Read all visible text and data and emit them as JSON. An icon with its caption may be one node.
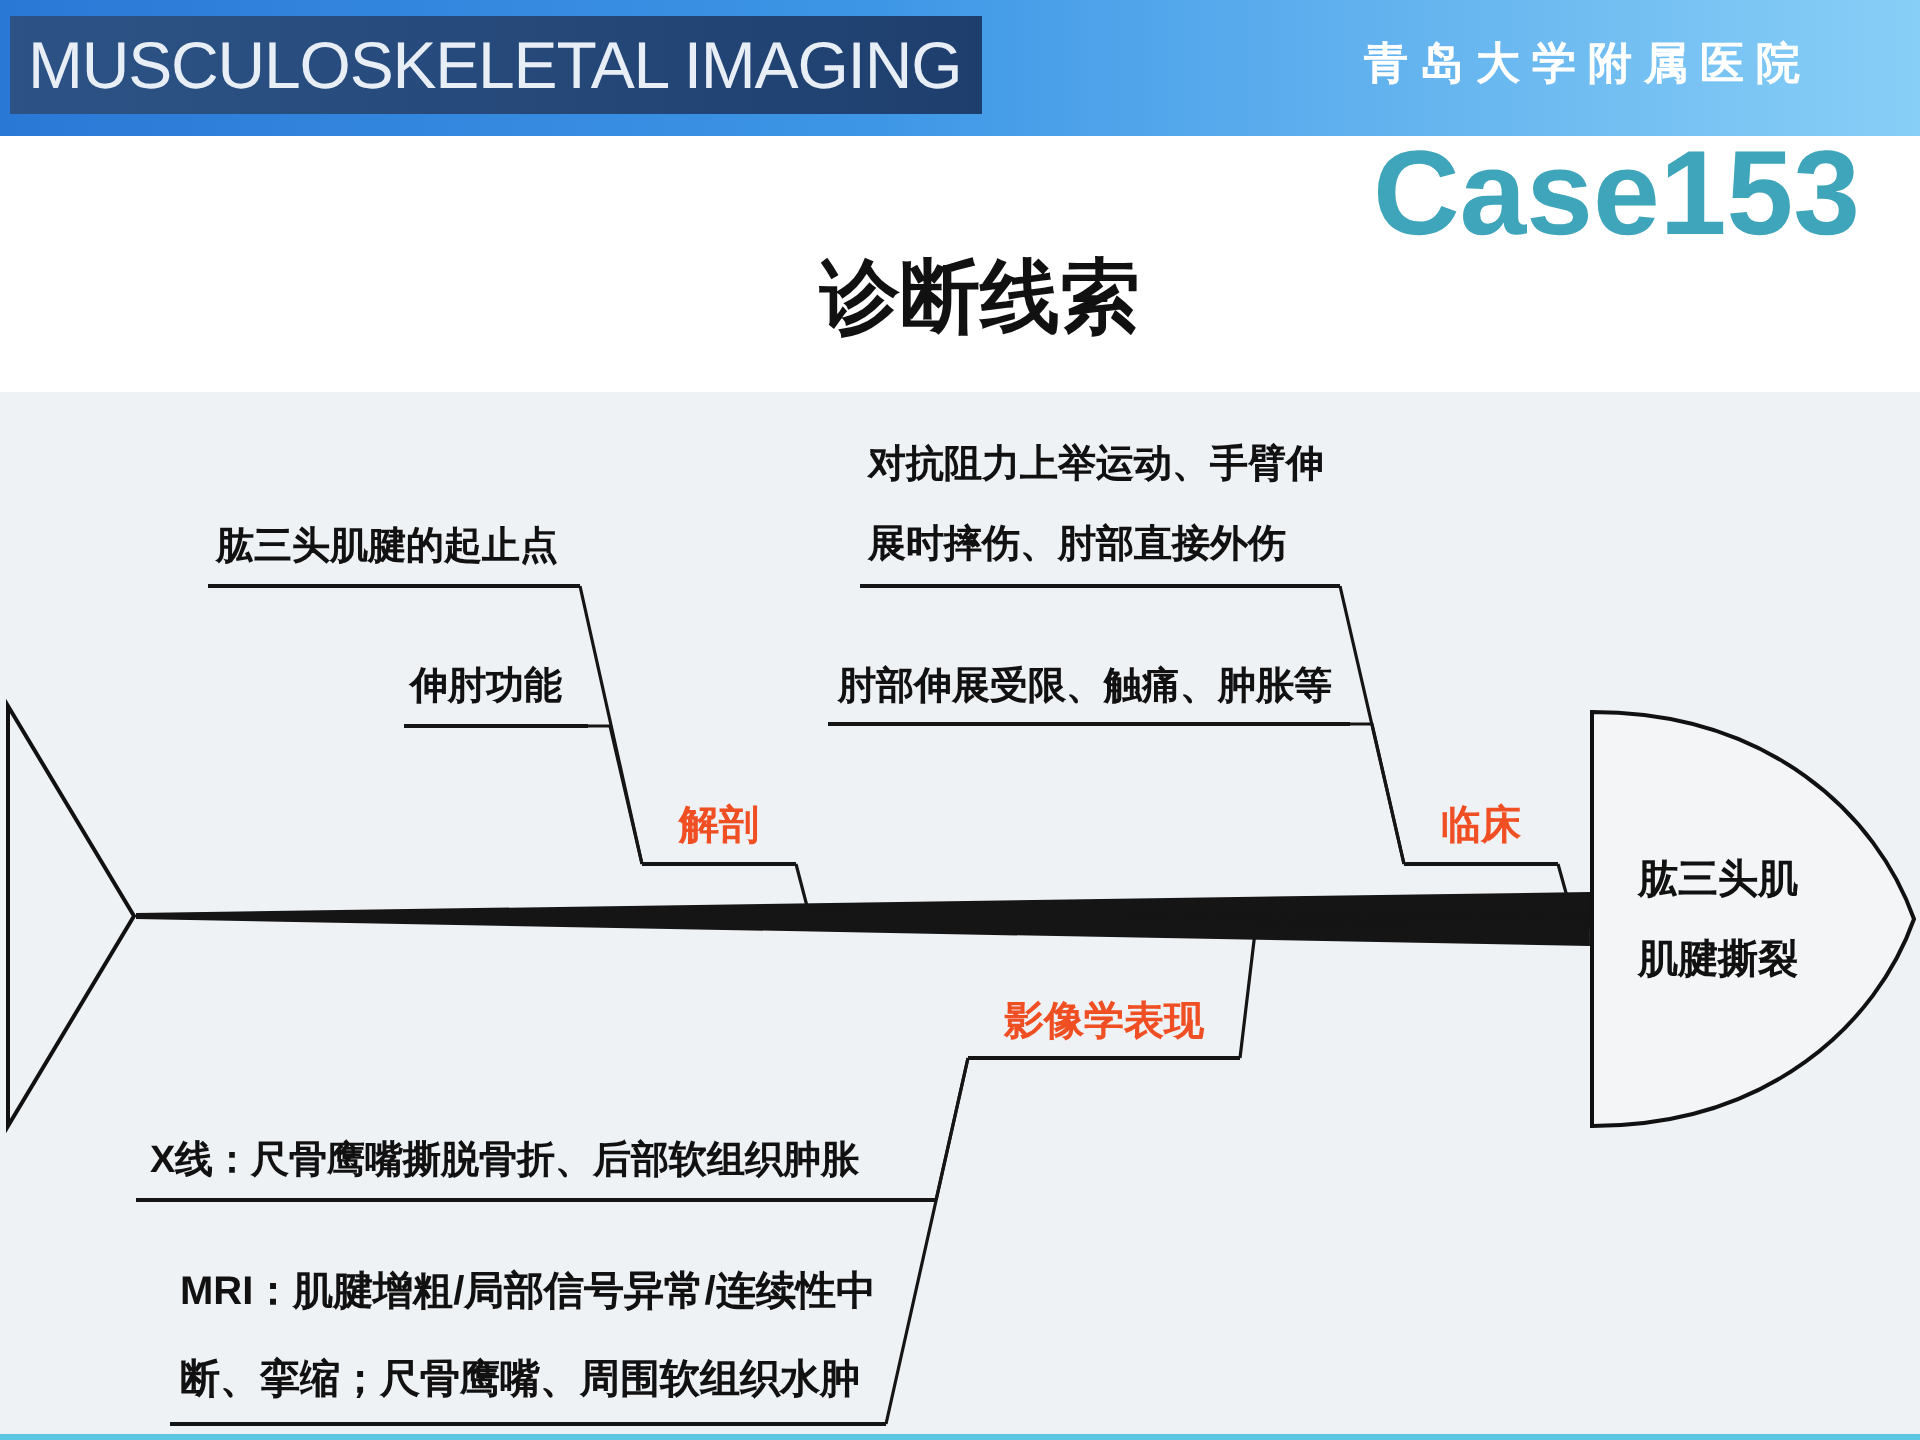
{
  "diagram": {
    "title": "诊断线索",
    "nodes": [
      {
        "text": [],
        "shape": "triangle"
      },
      {
        "text": [
          "肱三头肌腱的起止点"
        ]
      },
      {
        "text": [
          "伸肘功能"
        ]
      },
      {
        "text": [
          "解剖"
        ]
      },
      {
        "text": [
          "对抗阻力上举运动、手臂伸展时摔伤、肘部直接外伤"
        ]
      },
      {
        "text": [
          "肘部伸展受限、触痛、肿胀等"
        ]
      },
      {
        "text": [
          "临床"
        ]
      },
      {
        "text": [
          "影像学表现"
        ]
      },
      {
        "text": [
          "X线：尺骨鹰嘴撕脱骨折、后部软组织肿胀"
        ]
      },
      {
        "text": [
          "MRI：肌腱增粗/局部信号异常/连续性中断、挛缩；尺骨鹰嘴、周围软组织水肿"
        ]
      },
      {
        "text": [
          "肱三头肌肌腱撕裂"
        ]
      }
    ],
    "edges": [
      {
        "from": 0,
        "to": 10,
        "arrow": "none",
        "style": "thick"
      },
      {
        "from": 1,
        "to": 3,
        "arrow": "none"
      },
      {
        "from": 2,
        "to": 3,
        "arrow": "none"
      },
      {
        "from": 3,
        "to": 10,
        "arrow": "none"
      },
      {
        "from": 4,
        "to": 6,
        "arrow": "none"
      },
      {
        "from": 5,
        "to": 6,
        "arrow": "none"
      },
      {
        "from": 6,
        "to": 10,
        "arrow": "none"
      },
      {
        "from": 7,
        "to": 10,
        "arrow": "none"
      },
      {
        "from": 8,
        "to": 7,
        "arrow": "none"
      },
      {
        "from": 9,
        "to": 7,
        "arrow": "none"
      }
    ],
    "labels": [
      "MUSCULOSKELETAL IMAGING",
      "青岛大学附属医院",
      "Case153"
    ]
  }
}
